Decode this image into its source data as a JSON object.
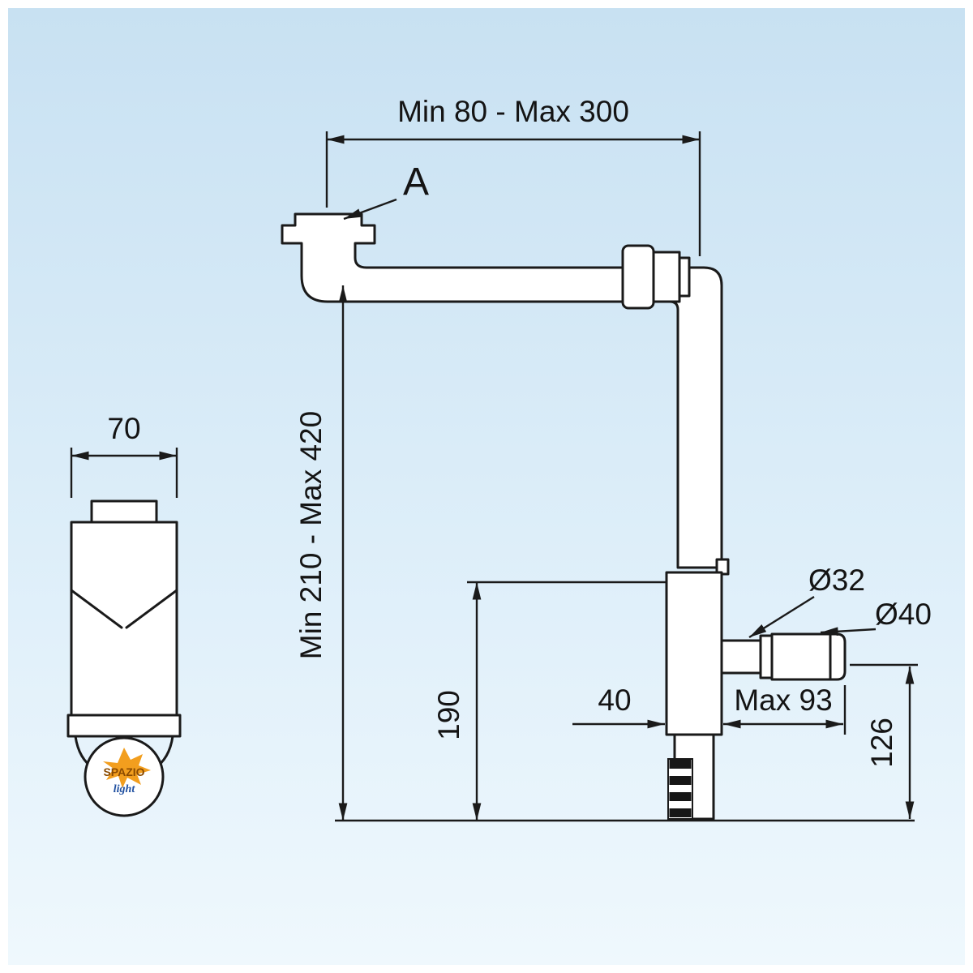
{
  "drawing": {
    "dimensions": {
      "top_span": "Min 80 - Max 300",
      "height_span": "Min 210 - Max 420",
      "side_width": "70",
      "base_height": "190",
      "inlet_offset": "40",
      "outlet_reach": "Max 93",
      "outlet_height": "126",
      "outlet_dia_small": "Ø32",
      "outlet_dia_large": "Ø40"
    },
    "detail_label": "A",
    "logo": {
      "brand": "SPAZIO",
      "sub": "light"
    },
    "colors": {
      "line": "#1a1a1a",
      "bg_top": "#c8e1f2",
      "bg_mid": "#ddeef9",
      "bg_bottom": "#eff8fd",
      "logo_orange": "#f29e1e",
      "logo_blue": "#2050a0",
      "logo_text": "#8a4a00"
    }
  }
}
